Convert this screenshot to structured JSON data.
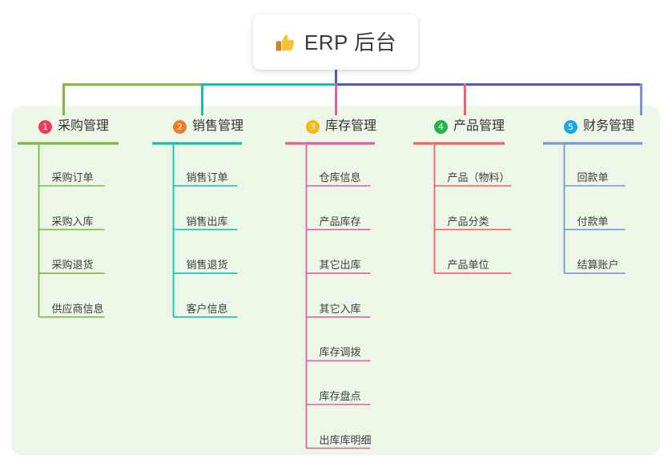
{
  "root": {
    "icon": "thumbs-up-icon",
    "title": "ERP 后台"
  },
  "colors": {
    "panel_bg": "#edf7e7",
    "card_bg": "#ffffff",
    "text": "#333333",
    "branch_1": "#7fb942",
    "branch_2": "#17bfb0",
    "branch_3": "#e0609f",
    "branch_4": "#f4606c",
    "branch_5": "#7b94de",
    "bus_1": "#7fb942",
    "bus_2": "#17bfb0",
    "bus_3": "#5158c4",
    "root_stem": "#5158c4",
    "badge_1": "#ee3a5c",
    "badge_2": "#f07c26",
    "badge_3": "#f5b916",
    "badge_4": "#27b04b",
    "badge_5": "#1aa6e8"
  },
  "branches": [
    {
      "number": "1",
      "title": "采购管理",
      "line_color": "#7fb942",
      "badge_color": "#ee3a5c",
      "items": [
        "采购订单",
        "采购入库",
        "采购退货",
        "供应商信息"
      ]
    },
    {
      "number": "2",
      "title": "销售管理",
      "line_color": "#17bfb0",
      "badge_color": "#f07c26",
      "items": [
        "销售订单",
        "销售出库",
        "销售退货",
        "客户信息"
      ]
    },
    {
      "number": "3",
      "title": "库存管理",
      "line_color": "#e0609f",
      "badge_color": "#f5b916",
      "items": [
        "仓库信息",
        "产品库存",
        "其它出库",
        "其它入库",
        "库存调拨",
        "库存盘点",
        "出库库明细"
      ]
    },
    {
      "number": "4",
      "title": "产品管理",
      "line_color": "#f4606c",
      "badge_color": "#27b04b",
      "items": [
        "产品（物料）",
        "产品分类",
        "产品单位"
      ]
    },
    {
      "number": "5",
      "title": "财务管理",
      "line_color": "#7b94de",
      "badge_color": "#1aa6e8",
      "items": [
        "回款单",
        "付款单",
        "结算账户"
      ]
    }
  ]
}
